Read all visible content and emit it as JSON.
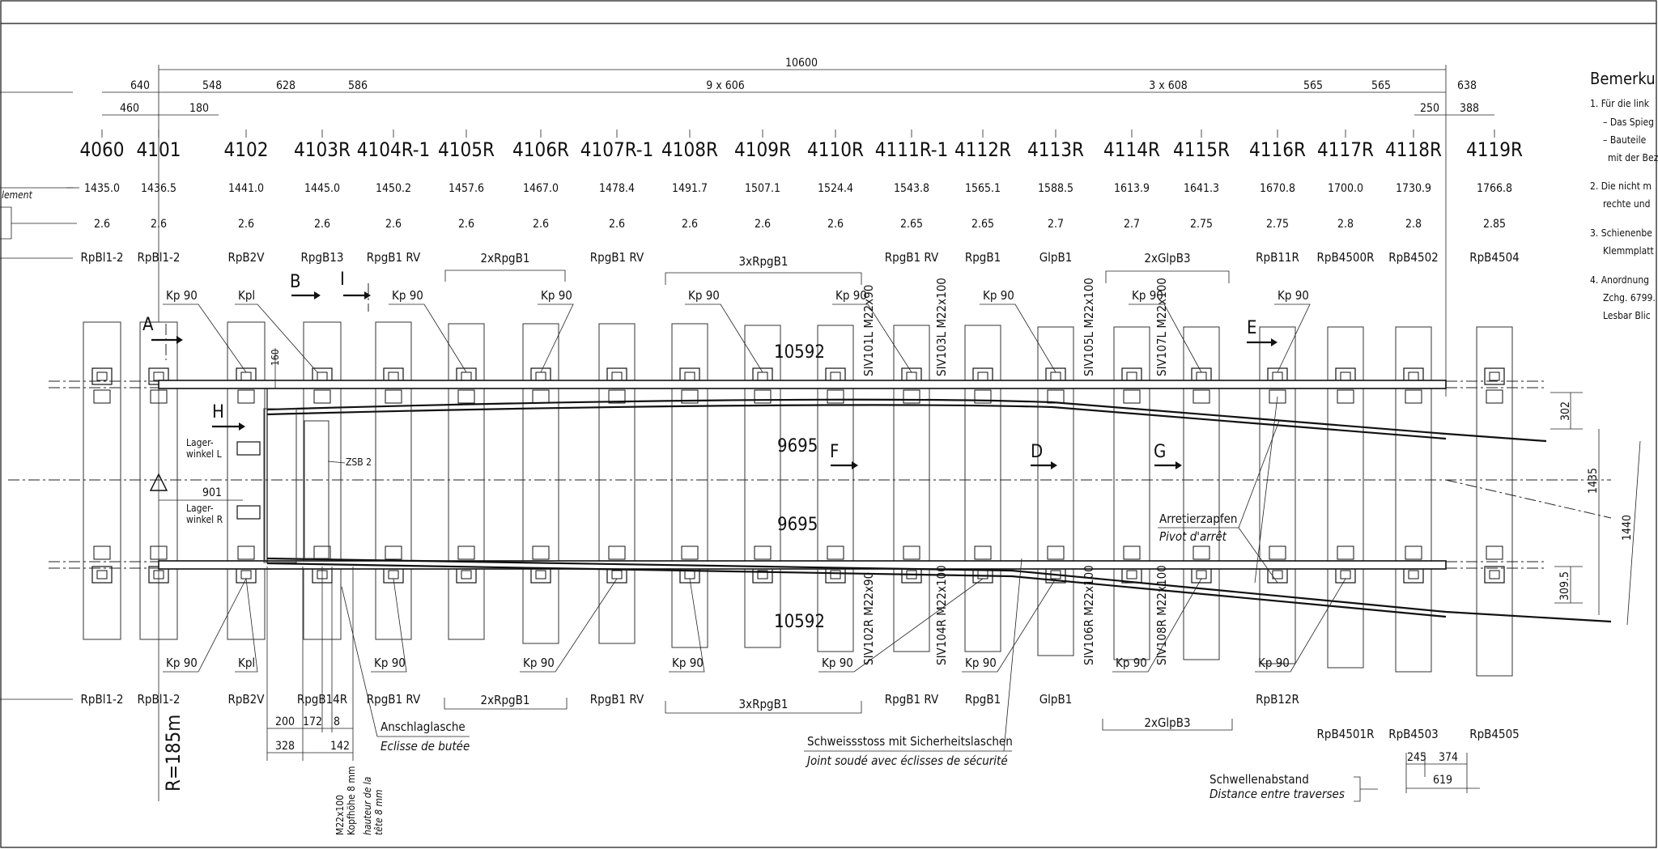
{
  "total_length": "10600",
  "dimensions_top": [
    "640",
    "460",
    "180",
    "548",
    "628",
    "586",
    "9 x 606",
    "3 x 608",
    "565",
    "565",
    "638",
    "250",
    "388"
  ],
  "sleepers": [
    {
      "id": "4060",
      "value": "1435.0",
      "gauge": "2.6",
      "plate_top": "RpBl1-2",
      "plate_bottom": "RpBl1-2"
    },
    {
      "id": "4101",
      "value": "1436.5",
      "gauge": "2.6",
      "plate_top": "RpBl1-2",
      "plate_bottom": "RpBl1-2"
    },
    {
      "id": "4102",
      "value": "1441.0",
      "gauge": "2.6",
      "plate_top": "RpB2V",
      "plate_bottom": "RpB2V"
    },
    {
      "id": "4103R",
      "value": "1445.0",
      "gauge": "2.6",
      "plate_top": "RpgB13",
      "plate_bottom": "RpgB14R"
    },
    {
      "id": "4104R-1",
      "value": "1450.2",
      "gauge": "2.6",
      "plate_top": "RpgB1 RV",
      "plate_bottom": "RpgB1 RV"
    },
    {
      "id": "4105R",
      "value": "1457.6",
      "gauge": "2.6",
      "plate_top": "",
      "plate_bottom": ""
    },
    {
      "id": "4106R",
      "value": "1467.0",
      "gauge": "2.6",
      "plate_top": "",
      "plate_bottom": ""
    },
    {
      "id": "4107R-1",
      "value": "1478.4",
      "gauge": "2.6",
      "plate_top": "RpgB1 RV",
      "plate_bottom": "RpgB1 RV"
    },
    {
      "id": "4108R",
      "value": "1491.7",
      "gauge": "2.6",
      "plate_top": "",
      "plate_bottom": ""
    },
    {
      "id": "4109R",
      "value": "1507.1",
      "gauge": "2.6",
      "plate_top": "",
      "plate_bottom": ""
    },
    {
      "id": "4110R",
      "value": "1524.4",
      "gauge": "2.6",
      "plate_top": "",
      "plate_bottom": ""
    },
    {
      "id": "4111R-1",
      "value": "1543.8",
      "gauge": "2.65",
      "plate_top": "RpgB1 RV",
      "plate_bottom": "RpgB1 RV"
    },
    {
      "id": "4112R",
      "value": "1565.1",
      "gauge": "2.65",
      "plate_top": "RpgB1",
      "plate_bottom": "RpgB1"
    },
    {
      "id": "4113R",
      "value": "1588.5",
      "gauge": "2.7",
      "plate_top": "GlpB1",
      "plate_bottom": "GlpB1"
    },
    {
      "id": "4114R",
      "value": "1613.9",
      "gauge": "2.7",
      "plate_top": "",
      "plate_bottom": ""
    },
    {
      "id": "4115R",
      "value": "1641.3",
      "gauge": "2.75",
      "plate_top": "",
      "plate_bottom": ""
    },
    {
      "id": "4116R",
      "value": "1670.8",
      "gauge": "2.75",
      "plate_top": "RpB11R",
      "plate_bottom": "RpB12R"
    },
    {
      "id": "4117R",
      "value": "1700.0",
      "gauge": "2.8",
      "plate_top": "RpB4500R",
      "plate_bottom": "RpB4501R"
    },
    {
      "id": "4118R",
      "value": "1730.9",
      "gauge": "2.8",
      "plate_top": "RpB4502",
      "plate_bottom": "RpB4503"
    },
    {
      "id": "4119R",
      "value": "1766.8",
      "gauge": "2.85",
      "plate_top": "RpB4504",
      "plate_bottom": "RpB4505"
    }
  ],
  "groups_top": [
    "2xRpgB1",
    "3xRpgB1",
    "2xGlpB3"
  ],
  "groups_bottom": [
    "2xRpgB1",
    "3xRpgB1",
    "2xGlpB3"
  ],
  "row_label_partial": "lement",
  "kp_label": "Kp 90",
  "kpl_label": "Kpl",
  "section_markers": [
    "A",
    "B",
    "I",
    "H",
    "F",
    "D",
    "G",
    "E"
  ],
  "rail_lengths": {
    "top_outer": "10592",
    "top_inner": "9695",
    "bottom_inner": "9695",
    "bottom_outer": "10592"
  },
  "tongue_screws": [
    "SIV101L M22x90",
    "SIV103L M22x100",
    "SIV105L M22x100",
    "SIV107L M22x100",
    "SIV102R M22x90",
    "SIV104R M22x100",
    "SIV106R M22x100",
    "SIV108R M22x100"
  ],
  "lagerwinkel_l": [
    "Lager-",
    "winkel L"
  ],
  "lagerwinkel_r": [
    "Lager-",
    "winkel R"
  ],
  "zsb": "ZSB 2",
  "dim_160": "160",
  "dim_901": "901",
  "arretierzapfen": {
    "de": "Arretierzapfen",
    "fr": "Pivot d'arrêt"
  },
  "gauge_right": {
    "d302": "302",
    "d1435": "1435",
    "d1440": "1440",
    "d309": "309.5"
  },
  "anschlaglasche": {
    "de": "Anschlaglasche",
    "fr": "Eclisse de butée"
  },
  "schweissstoss": {
    "de": "Schweissstoss mit Sicherheitslaschen",
    "fr": "Joint soudé avec éclisses de sécurité"
  },
  "schwellenabstand": {
    "de": "Schwellenabstand",
    "fr": "Distance entre traverses"
  },
  "bottom_dims": [
    "200",
    "172",
    "8",
    "328",
    "142",
    "245",
    "374",
    "619"
  ],
  "radius": "R=185m",
  "bolt_notes": [
    "M22x100",
    "Kopfhöhe 8 mm",
    "hauteur de la",
    "tête 8 mm"
  ],
  "notes": {
    "title": "Bemerku",
    "lines": [
      "1. Für die link",
      "– Das Spieg",
      "– Bauteile",
      "mit der Bez",
      "2. Die nicht m",
      "rechte und",
      "3. Schienenbe",
      "Klemmplatt",
      "4. Anordnung",
      "Zchg. 6799.",
      "Lesbar Blic"
    ]
  }
}
